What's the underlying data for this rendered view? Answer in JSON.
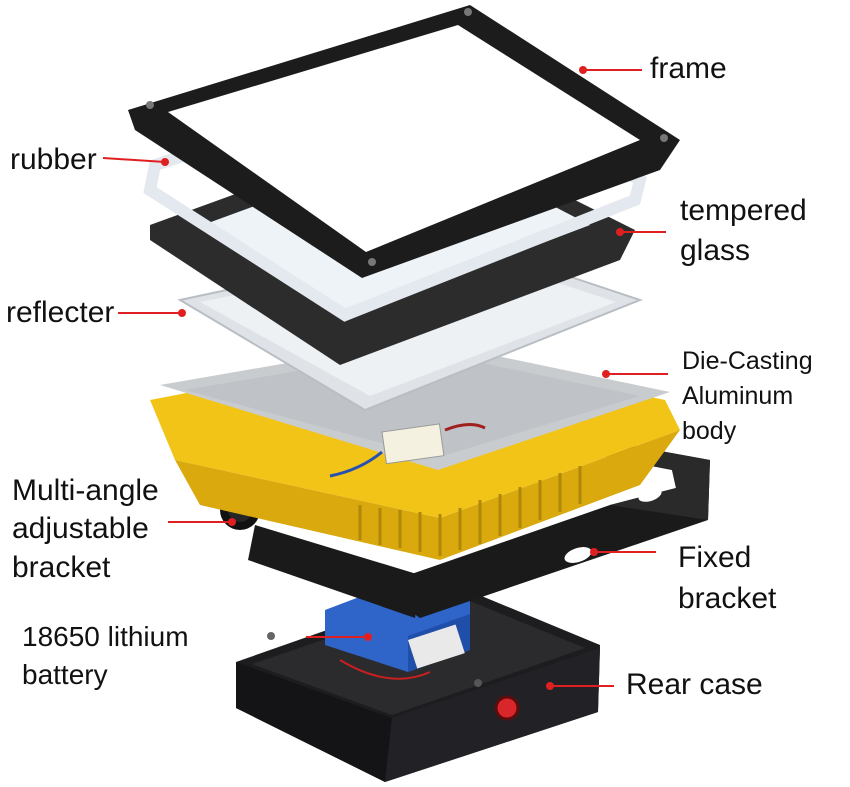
{
  "colors": {
    "leader": "#e02020",
    "frame": "#1c1c1c",
    "rubber": "#eef2f6",
    "glass_edge": "#2c2c2c",
    "glass_center": "#eef3f7",
    "reflector": "#dfe3e7",
    "housing_yellow": "#f2c417",
    "heatsink_plate": "#c9cccf",
    "bracket": "#1a1a1a",
    "battery_blue": "#2f64c8",
    "rear_case": "#1d1d1f",
    "switch_red": "#d8262a"
  },
  "labels": {
    "frame": "frame",
    "rubber": "rubber",
    "tempered_glass_l1": "tempered",
    "tempered_glass_l2": "glass",
    "reflecter": "reflecter",
    "die_casting_l1": "Die-Casting",
    "die_casting_l2": "Aluminum",
    "die_casting_l3": "body",
    "multi_angle_l1": "Multi-angle",
    "multi_angle_l2": "adjustable",
    "multi_angle_l3": "bracket",
    "fixed_bracket_l1": "Fixed",
    "fixed_bracket_l2": "bracket",
    "battery_l1": "18650 lithium",
    "battery_l2": "battery",
    "rear_case": "Rear case"
  }
}
